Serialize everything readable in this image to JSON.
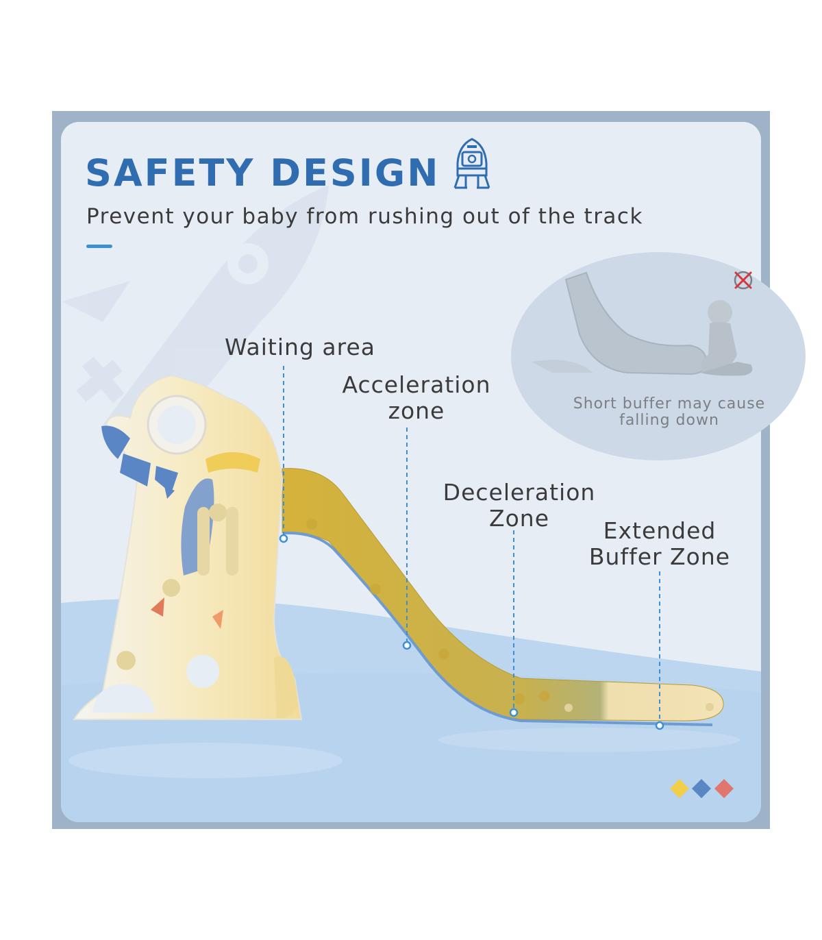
{
  "header": {
    "title": "SAFETY DESIGN",
    "subtitle": "Prevent your baby from rushing out of the track"
  },
  "zones": {
    "waiting": "Waiting area",
    "acceleration_line1": "Acceleration",
    "acceleration_line2": "zone",
    "deceleration_line1": "Deceleration",
    "deceleration_line2": "Zone",
    "buffer_line1": "Extended",
    "buffer_line2": "Buffer Zone"
  },
  "callout": {
    "line1": "Short buffer may cause",
    "line2": "falling down"
  },
  "colors": {
    "title_blue": "#2f6cb0",
    "accent_blue": "#3a8fd6",
    "slide_yellow": "#d4b33c",
    "swatch_yellow": "#f2cf4a",
    "swatch_blue": "#5b86c5",
    "swatch_red": "#e0766e"
  },
  "icons": [
    "rocket-icon",
    "close-icon",
    "color-swatch-diamonds"
  ]
}
